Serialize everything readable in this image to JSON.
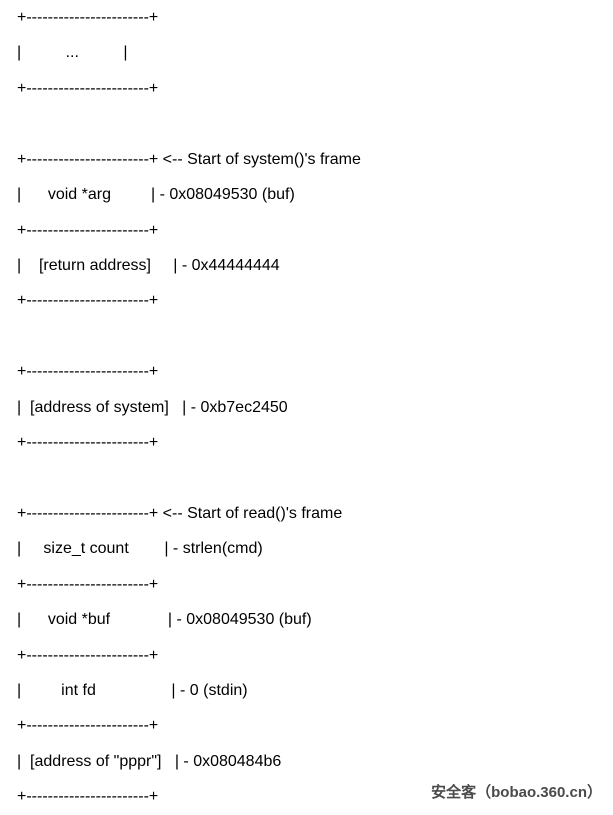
{
  "colors": {
    "background": "#ffffff",
    "text": "#000000",
    "watermark": "#4a4a4a"
  },
  "diagram": {
    "description": "ascii-stack-frame-diagram",
    "lines": [
      "+-----------------------+",
      "|          ...          |",
      "+-----------------------+",
      "",
      "+-----------------------+ <-- Start of system()'s frame",
      "|      void *arg         | - 0x08049530 (buf)",
      "+-----------------------+",
      "|    [return address]     | - 0x44444444",
      "+-----------------------+",
      "",
      "+-----------------------+",
      "|  [address of system]   | - 0xb7ec2450",
      "+-----------------------+",
      "",
      "+-----------------------+ <-- Start of read()'s frame",
      "|     size_t count        | - strlen(cmd)",
      "+-----------------------+",
      "|      void *buf             | - 0x08049530 (buf)",
      "+-----------------------+",
      "|         int fd                 | - 0 (stdin)",
      "+-----------------------+",
      "|  [address of \"pppr\"]   | - 0x080484b6",
      "+-----------------------+"
    ]
  },
  "watermark": {
    "text": "安全客（bobao.360.cn）"
  }
}
